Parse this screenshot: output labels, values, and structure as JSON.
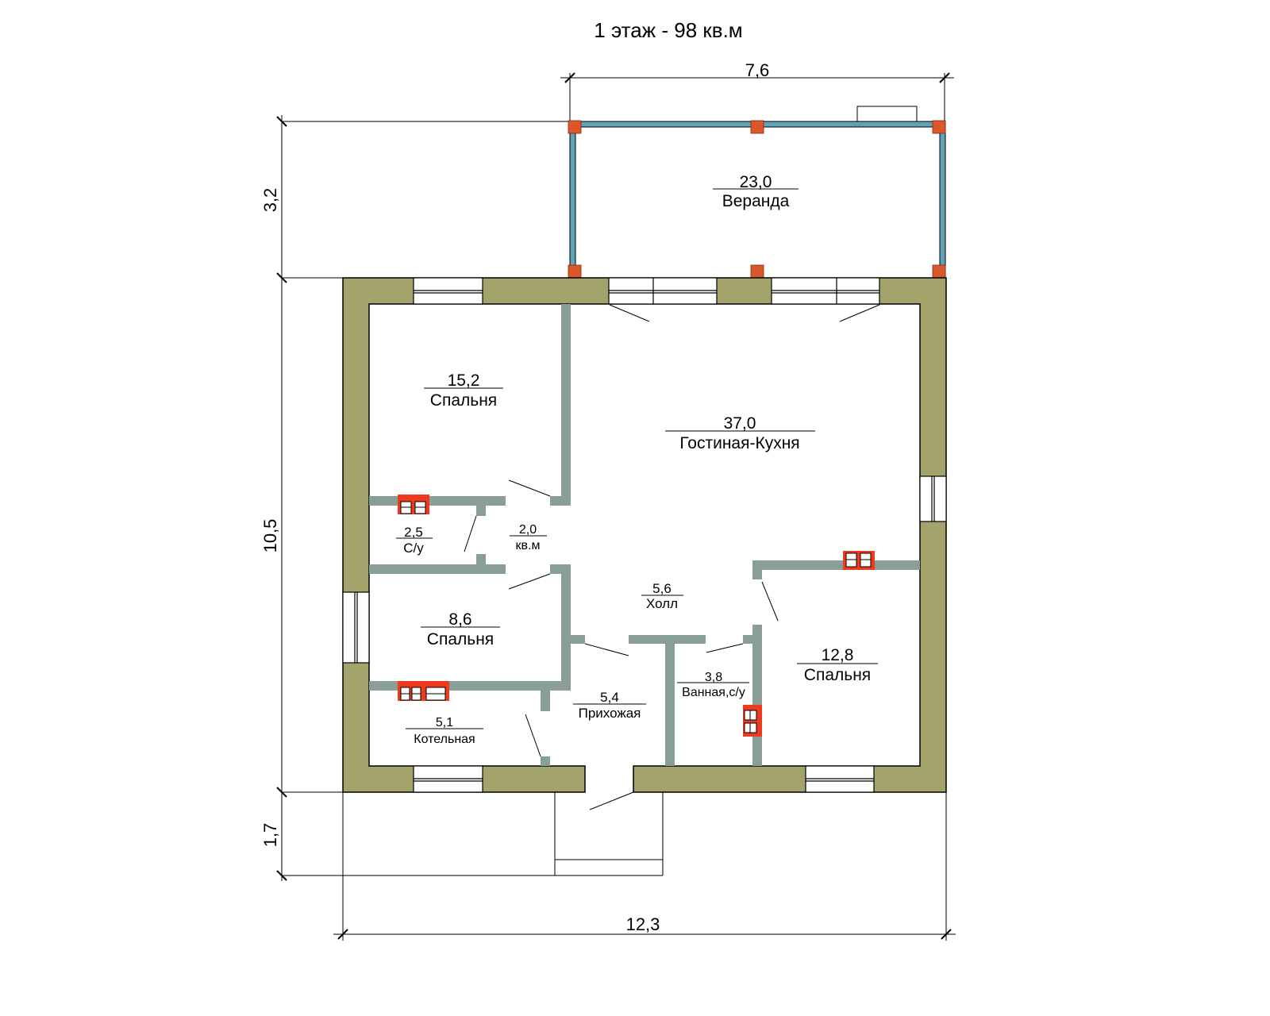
{
  "title": "1 этаж - 98 кв.м",
  "dimensions": {
    "veranda_width": "7,6",
    "veranda_depth": "3,2",
    "house_depth": "10,5",
    "porch_depth": "1,7",
    "house_width": "12,3"
  },
  "rooms": [
    {
      "area": "23,0",
      "name": "Веранда"
    },
    {
      "area": "15,2",
      "name": "Спальня"
    },
    {
      "area": "37,0",
      "name": "Гостиная-Кухня"
    },
    {
      "area": "2,5",
      "name": "С/у"
    },
    {
      "area": "2,0",
      "name": "кв.м"
    },
    {
      "area": "8,6",
      "name": "Спальня"
    },
    {
      "area": "5,6",
      "name": "Холл"
    },
    {
      "area": "12,8",
      "name": "Спальня"
    },
    {
      "area": "3,8",
      "name": "Ванная,с/у"
    },
    {
      "area": "5,4",
      "name": "Прихожая"
    },
    {
      "area": "5,1",
      "name": "Котельная"
    }
  ],
  "colors": {
    "exterior_wall": "#a3a46c",
    "interior_wall": "#8a9e99",
    "veranda_frame": "#5fa3b8",
    "chimney": "#ee3a1e"
  }
}
